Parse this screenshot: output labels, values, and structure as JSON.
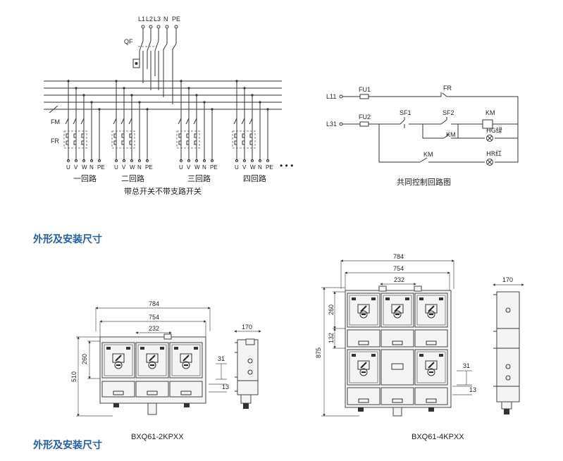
{
  "schematic": {
    "phase_labels": [
      "L1",
      "L2",
      "L3",
      "N",
      "PE"
    ],
    "breaker_label": "QF",
    "fm_label": "FM",
    "fr_label": "FR",
    "terminal_labels": [
      "U",
      "V",
      "W",
      "N",
      "PE"
    ],
    "circuit_names": [
      "一回路",
      "二回路",
      "三回路",
      "四回路"
    ],
    "continuation": "• • •",
    "caption": "带总开关不带支路开关"
  },
  "control": {
    "inputs": [
      "L11",
      "L31"
    ],
    "fuses": [
      "FU1",
      "FU2"
    ],
    "fr": "FR",
    "sf1": "SF1",
    "sf2": "SF2",
    "km_coil": "KM",
    "km_contact": "KM",
    "km_lower": "KM",
    "hg": "HG绿",
    "hr": "HR红",
    "caption": "共同控制回路图"
  },
  "section_title": "外形及安装尺寸",
  "footer_title": "外形及安装尺寸",
  "drawing_left": {
    "model": "BXQ61-2KPXX",
    "dims": {
      "w1": "784",
      "w2": "754",
      "w3": "232",
      "h_top": "260",
      "h_total": "510",
      "d31": "31",
      "d13": "13",
      "side": "170"
    }
  },
  "drawing_right": {
    "model": "BXQ61-4KPXX",
    "dims": {
      "w1": "784",
      "w2": "754",
      "w3": "232",
      "h_top": "260",
      "h_mid": "132",
      "h_total": "875",
      "d31": "31",
      "d13": "13",
      "side": "170"
    }
  }
}
